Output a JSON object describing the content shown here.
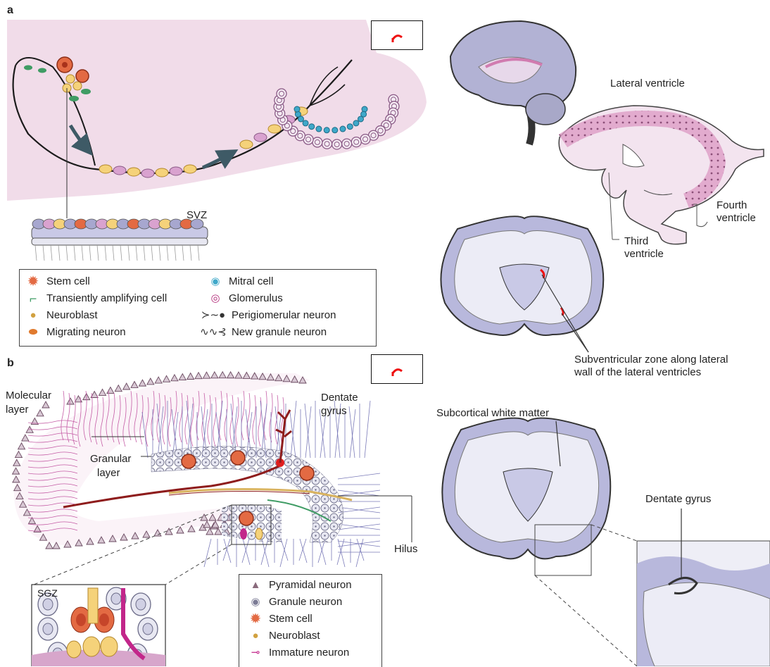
{
  "panel_a": {
    "letter": "a",
    "svz": "SVZ",
    "legend": [
      {
        "label": "Stem cell",
        "icon": "stem-cell-icon"
      },
      {
        "label": "Transiently amplifying cell",
        "icon": "amplifying-cell-icon"
      },
      {
        "label": "Neuroblast",
        "icon": "neuroblast-icon"
      },
      {
        "label": "Migrating neuron",
        "icon": "migrating-neuron-icon"
      },
      {
        "label": "Mitral cell",
        "icon": "mitral-cell-icon"
      },
      {
        "label": "Glomerulus",
        "icon": "glomerulus-icon"
      },
      {
        "label": "Perigiomerular neuron",
        "icon": "periglomerular-neuron-icon"
      },
      {
        "label": "New granule neuron",
        "icon": "granule-neuron-icon"
      }
    ],
    "brain_labels": {
      "lateral_ventricle": "Lateral ventricle",
      "fourth_ventricle_1": "Fourth",
      "fourth_ventricle_2": "ventricle",
      "third_ventricle_1": "Third",
      "third_ventricle_2": "ventricle",
      "svz_caption_1": "Subventricular zone along lateral",
      "svz_caption_2": "wall of the lateral ventricles"
    }
  },
  "panel_b": {
    "letter": "b",
    "labels": {
      "molecular_1": "Molecular",
      "molecular_2": "layer",
      "dentate_1": "Dentate",
      "dentate_2": "gyrus",
      "granular_1": "Granular",
      "granular_2": "layer",
      "hilus": "Hilus",
      "sgz": "SGZ",
      "subcortical": "Subcortical white matter",
      "dentate_gyrus": "Dentate gyrus"
    },
    "legend": [
      {
        "label": "Pyramidal neuron",
        "icon": "pyramidal-neuron-icon"
      },
      {
        "label": "Granule neuron",
        "icon": "granule-neuron-icon"
      },
      {
        "label": "Stem cell",
        "icon": "stem-cell-icon"
      },
      {
        "label": "Neuroblast",
        "icon": "neuroblast-icon"
      },
      {
        "label": "Immature neuron",
        "icon": "immature-neuron-icon"
      }
    ]
  },
  "colors": {
    "pink_bg": "#f1dce9",
    "magenta": "#b4307c",
    "lavender": "#c9c9e6",
    "stem_orange": "#e36a43",
    "neuroblast_yellow": "#f5d27a",
    "mitral_blue": "#3fa8c9",
    "dark_red": "#8e1c1c"
  }
}
